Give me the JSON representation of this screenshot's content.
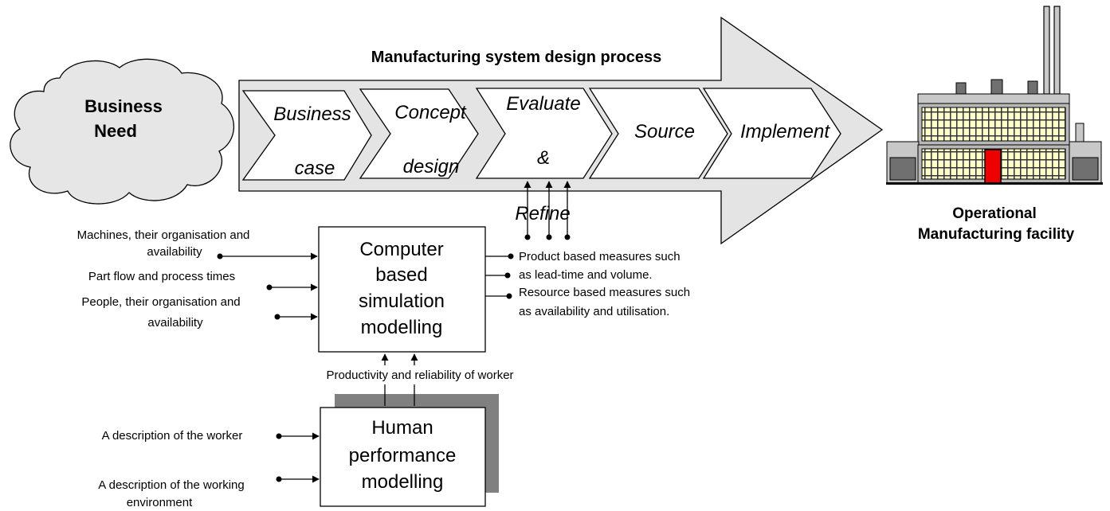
{
  "process": {
    "title": "Manufacturing system design process",
    "stage1": {
      "line1": "Business",
      "line2": "case"
    },
    "stage2": {
      "line1": "Concept",
      "line2": "design"
    },
    "stage3": {
      "line1": "Evaluate",
      "line2": "&",
      "line3": "Refine"
    },
    "stage4": {
      "line1": "Source"
    },
    "stage5": {
      "line1": "Implement"
    }
  },
  "cloud": {
    "line1": "Business",
    "line2": "Need"
  },
  "facility": {
    "line1": "Operational",
    "line2": "Manufacturing facility"
  },
  "simulation": {
    "line1": "Computer",
    "line2": "based",
    "line3": "simulation",
    "line4": "modelling",
    "inputs": {
      "machines": {
        "line1": "Machines, their organisation and",
        "line2": "availability"
      },
      "partflow": {
        "line1": "Part flow and process times"
      },
      "people": {
        "line1": "People, their organisation and",
        "line2": "availability"
      }
    },
    "outputs": {
      "product": {
        "line1": "Product based measures such",
        "line2": "as  lead-time and volume."
      },
      "resource": {
        "line1": "Resource based measures such",
        "line2": "as availability and utilisation."
      }
    }
  },
  "link_label": "Productivity and reliability of worker",
  "human": {
    "line1": "Human",
    "line2": "performance",
    "line3": "modelling",
    "inputs": {
      "worker": {
        "line1": "A description of the worker"
      },
      "environment": {
        "line1": "A description of the working",
        "line2": "environment"
      }
    }
  },
  "colors": {
    "arrow_fill": "#e4e4e4",
    "cloud_fill": "#e6e6e6",
    "shadow": "#808080",
    "factory_body": "#c8c8c8",
    "factory_dark": "#707070",
    "window": "#ffffcc",
    "door": "#ee0000"
  }
}
